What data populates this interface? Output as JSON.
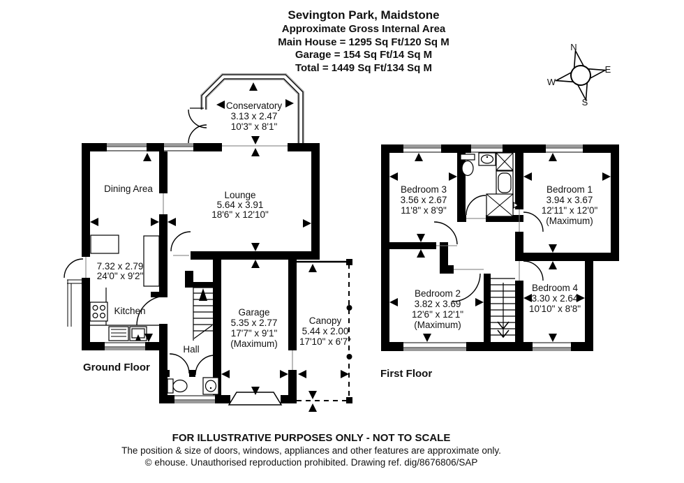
{
  "header": {
    "title": "Sevington Park, Maidstone",
    "subtitle": "Approximate Gross Internal Area",
    "area_main": "Main House = 1295 Sq Ft/120 Sq M",
    "area_garage": "Garage = 154 Sq Ft/14 Sq M",
    "area_total": "Total = 1449 Sq Ft/134 Sq M"
  },
  "compass": {
    "n": "N",
    "e": "E",
    "s": "S",
    "w": "W"
  },
  "ground": {
    "label": "Ground Floor",
    "rooms": {
      "conservatory": {
        "name": "Conservatory",
        "metric": "3.13 x 2.47",
        "imperial": "10'3\" x 8'1\""
      },
      "dining": {
        "name": "Dining Area"
      },
      "lounge": {
        "name": "Lounge",
        "metric": "5.64 x 3.91",
        "imperial": "18'6\" x 12'10\""
      },
      "kitchen_dining": {
        "metric": "7.32 x 2.79",
        "imperial": "24'0\" x 9'2\""
      },
      "kitchen": {
        "name": "Kitchen"
      },
      "hall": {
        "name": "Hall"
      },
      "garage": {
        "name": "Garage",
        "metric": "5.35 x 2.77",
        "imperial": "17'7\" x 9'1\"",
        "note": "(Maximum)"
      },
      "canopy": {
        "name": "Canopy",
        "metric": "5.44 x 2.00",
        "imperial": "17'10\" x 6'7\""
      }
    }
  },
  "first": {
    "label": "First Floor",
    "rooms": {
      "bedroom1": {
        "name": "Bedroom 1",
        "metric": "3.94 x 3.67",
        "imperial": "12'11\" x 12'0\"",
        "note": "(Maximum)"
      },
      "bedroom2": {
        "name": "Bedroom 2",
        "metric": "3.82 x 3.69",
        "imperial": "12'6\" x 12'1\"",
        "note": "(Maximum)"
      },
      "bedroom3": {
        "name": "Bedroom 3",
        "metric": "3.56 x 2.67",
        "imperial": "11'8\" x 8'9\""
      },
      "bedroom4": {
        "name": "Bedroom 4",
        "metric": "3.30 x 2.64",
        "imperial": "10'10\" x 8'8\""
      }
    }
  },
  "footer": {
    "line1": "FOR ILLUSTRATIVE PURPOSES ONLY - NOT TO SCALE",
    "line2": "The position & size of doors, windows, appliances and other features are approximate only.",
    "line3": "© ehouse. Unauthorised reproduction prohibited. Drawing ref. dig/8676806/SAP"
  }
}
